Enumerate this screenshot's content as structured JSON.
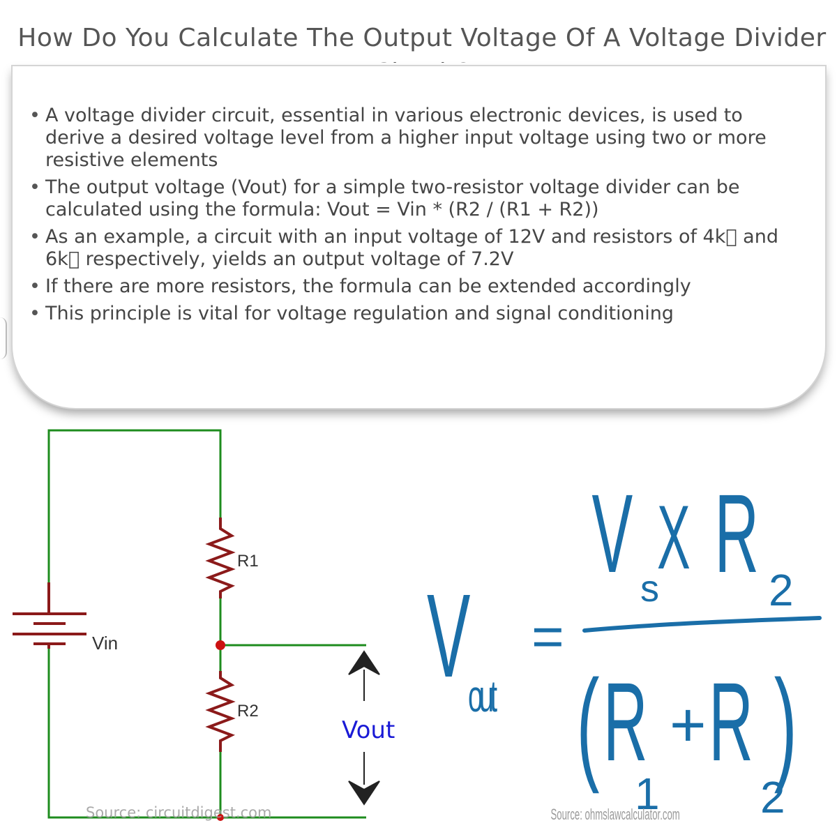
{
  "title": "How Do You Calculate The Output Voltage Of A Voltage Divider Circuit?",
  "bullets": [
    "A voltage divider circuit, essential in various electronic devices, is used to derive a desired voltage level from a higher input voltage using two or more resistive elements",
    "The output voltage (Vout) for a simple two-resistor voltage divider can be calculated using the formula: Vout = Vin * (R2 / (R1 + R2))",
    "As an example, a circuit with an input voltage of 12V and resistors of 4k\u0000 and 6k\u0000 respectively, yields an output voltage of 7.2V",
    "If there are more resistors, the formula can be extended accordingly",
    "This principle is vital for voltage regulation and signal conditioning"
  ],
  "circuit": {
    "label_r1": "R1",
    "label_r2": "R2",
    "label_vin": "Vin",
    "label_vout": "Vout",
    "source": "Source: circuitdigest.com",
    "wire_color": "#1e8c1e",
    "component_color": "#8b1a1a",
    "vout_color": "#1a1ad6"
  },
  "formula": {
    "lhs_main": "V",
    "lhs_sub": "out",
    "equals": "=",
    "num_v": "V",
    "num_v_sub": "s",
    "num_x": "X",
    "num_r": "R",
    "num_r_sub": "2",
    "den_open": "(",
    "den_r1": "R",
    "den_r1_sub": "1",
    "den_plus": "+",
    "den_r2": "R",
    "den_r2_sub": "2",
    "den_close": ")",
    "source": "Source: ohmslawcalculator.com",
    "ink_color": "#1a6ea8"
  }
}
